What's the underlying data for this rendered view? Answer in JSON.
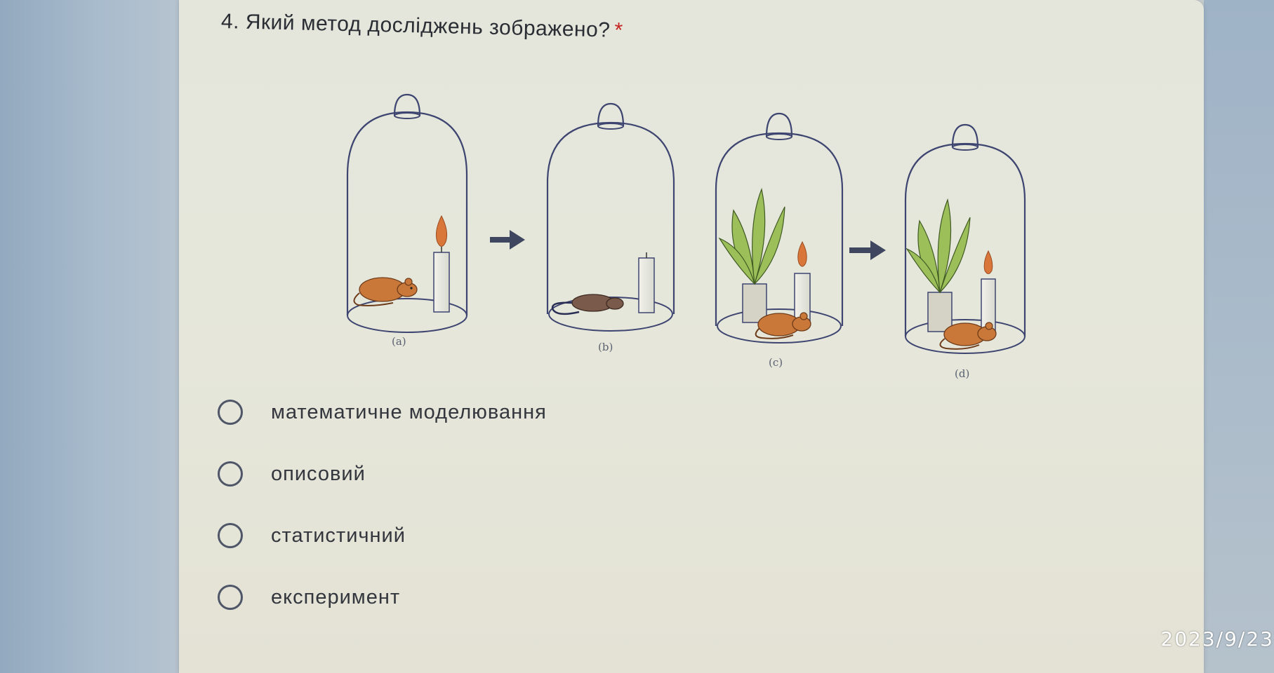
{
  "question": {
    "text": "4. Який метод досліджень зображено?",
    "required_marker": "*"
  },
  "figure": {
    "panels": [
      {
        "label": "(a)",
        "contents": [
          "mouse",
          "candle"
        ],
        "candle_lit": true,
        "mouse_state": "alive"
      },
      {
        "label": "(b)",
        "contents": [
          "mouse",
          "candle"
        ],
        "candle_lit": false,
        "mouse_state": "dead"
      },
      {
        "label": "(c)",
        "contents": [
          "plant",
          "mouse",
          "candle"
        ],
        "candle_lit": true,
        "mouse_state": "alive"
      },
      {
        "label": "(d)",
        "contents": [
          "plant",
          "mouse",
          "candle"
        ],
        "candle_lit": true,
        "mouse_state": "alive"
      }
    ],
    "arrow_icon": "right-arrow-icon"
  },
  "options": [
    {
      "label": "математичне моделювання",
      "selected": false
    },
    {
      "label": "описовий",
      "selected": false
    },
    {
      "label": "статистичний",
      "selected": false
    },
    {
      "label": "експеримент",
      "selected": false
    }
  ],
  "photo_timestamp": "2023/9/23",
  "colors": {
    "required": "#c5221f",
    "radio_border": "#4f5668",
    "bell_outline": "#3d4570",
    "flame": "#d9763a",
    "mouse": "#c9783a",
    "leaf": "#9cbf5a"
  }
}
